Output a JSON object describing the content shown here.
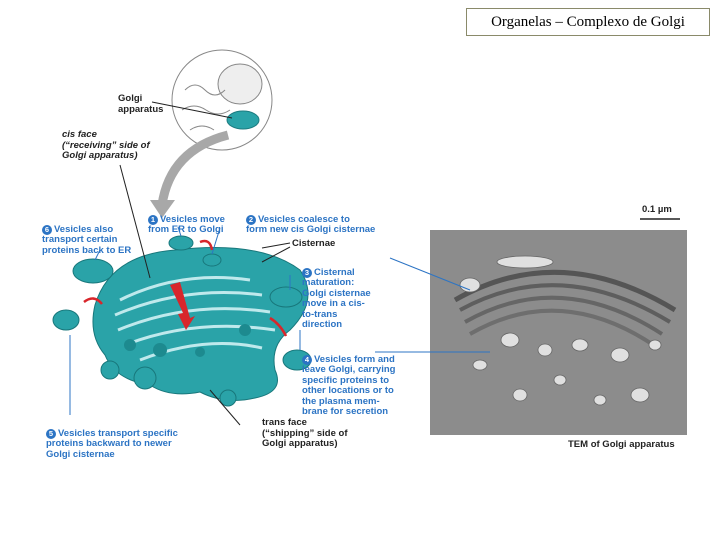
{
  "title": "Organelas – Complexo de Golgi",
  "labels": {
    "golgi_apparatus": "Golgi\napparatus",
    "cis_face": "cis face\n(“receiving” side of\nGolgi apparatus)",
    "step1": "Vesicles move\nfrom ER to Golgi",
    "step2": "Vesicles coalesce to\nform new cis Golgi cisternae",
    "step3": "Cisternal\nmaturation:\nGolgi cisternae\nmove in a cis-\nto-trans\ndirection",
    "step4": "Vesicles form and\nleave Golgi, carrying\nspecific proteins to\nother locations or to\nthe plasma mem-\nbrane for secretion",
    "step5": "Vesicles transport specific\nproteins backward to newer\nGolgi cisternae",
    "step6": "Vesicles also\ntransport certain\nproteins back to ER",
    "cisternae": "Cisternae",
    "trans_face": "trans face\n(“shipping” side of\nGolgi apparatus)",
    "scale_bar": "0.1 µm",
    "tem_caption": "TEM of Golgi apparatus"
  },
  "step_numbers": [
    "1",
    "2",
    "3",
    "4",
    "5",
    "6"
  ],
  "colors": {
    "teal": "#2aa3a8",
    "label_blue": "#2c74c4",
    "arrow_red": "#d8262b",
    "tem_gray": "#8c8c8c"
  }
}
